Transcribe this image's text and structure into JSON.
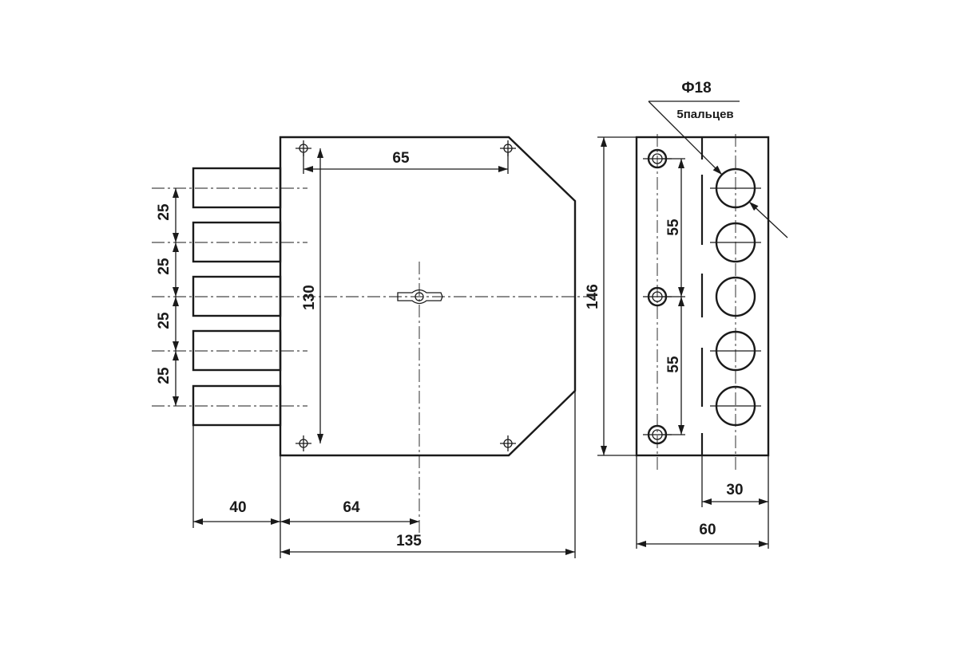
{
  "front_view": {
    "bolt_count": 5,
    "dim_bolt_pitch": [
      "25",
      "25",
      "25",
      "25"
    ],
    "dim_hole_spacing_h": "65",
    "dim_hole_spacing_v": "130",
    "dim_bolt_projection": "40",
    "dim_backset": "64",
    "dim_body_width": "135"
  },
  "side_view": {
    "dim_height": "146",
    "dim_screw_upper": "55",
    "dim_screw_lower": "55",
    "dim_bolt_offset": "30",
    "dim_depth": "60",
    "bolt_diameter_label": "Ф18",
    "bolt_count_label": "5пальцев"
  }
}
